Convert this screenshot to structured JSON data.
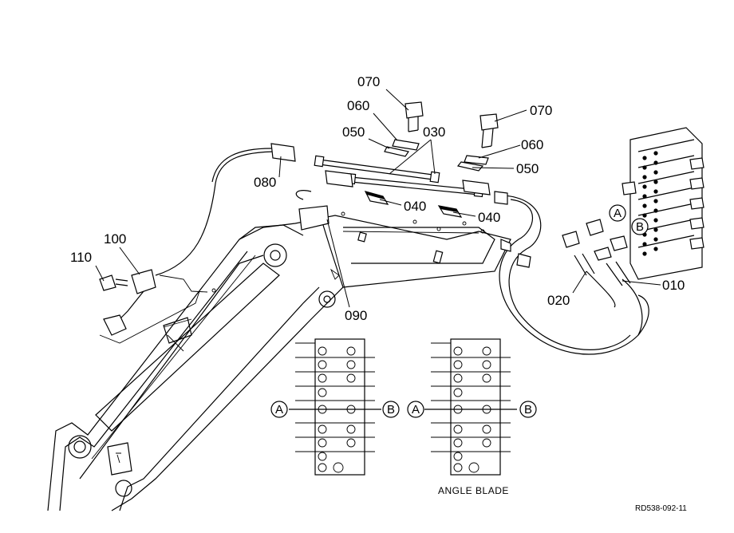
{
  "part_labels": {
    "p070a": "070",
    "p060a": "060",
    "p050a": "050",
    "p030": "030",
    "p070b": "070",
    "p060b": "060",
    "p050b": "050",
    "p080": "080",
    "p040a": "040",
    "p040b": "040",
    "p100": "100",
    "p110": "110",
    "p090": "090",
    "p020": "020",
    "p010": "010"
  },
  "port_labels": {
    "a_main": "A",
    "b_main": "B",
    "a_left": "A",
    "b_left": "B",
    "a_right": "A",
    "b_right": "B"
  },
  "caption": "ANGLE BLADE",
  "reference_code": "RD538-092-11"
}
